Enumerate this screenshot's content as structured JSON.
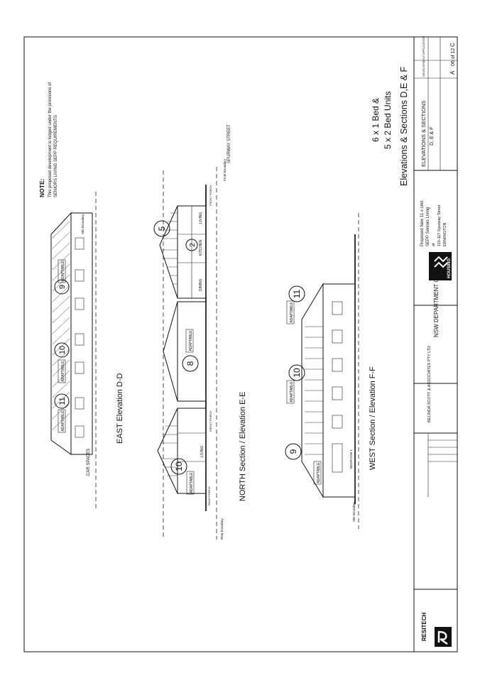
{
  "note": {
    "heading": "NOTE:",
    "line1": "This proposed development is lodged under the provisions of",
    "line2": "SENIORS LIVING SEPP REQUIREMENTS"
  },
  "summary": {
    "line1": "6 x 1 Bed &",
    "line2": "5 x 2 Bed Units",
    "line3": "Elevations & Sections D,E & F"
  },
  "elevations": {
    "east": {
      "title": "EAST Elevation D-D",
      "units": [
        {
          "num": "11",
          "tag": "ADAPTABLE"
        },
        {
          "num": "10",
          "tag": "ADAPTABLE"
        },
        {
          "num": "9",
          "tag": "ADAPTABLE"
        }
      ],
      "labels": {
        "car": "CAR SPACES",
        "boundary": "Site Boundary"
      }
    },
    "north": {
      "title": "NORTH Section / Elevation E-E",
      "units": [
        {
          "num": "10",
          "tag": "ADAPTABLE"
        },
        {
          "num": "8",
          "tag": "ADAPTABLE"
        },
        {
          "num": "5",
          "tag": ""
        },
        {
          "num": "2",
          "tag": ""
        }
      ],
      "labels": {
        "street": "SPURWAY STREET",
        "living": "LIVING",
        "dining": "DINING",
        "kitchen": "KITCHEN",
        "porch": "FRONT PORCH",
        "rear_porch": "REAR PORCH",
        "boundary": "Rear boundary",
        "street_boundary": "Front Boundary"
      }
    },
    "west": {
      "title": "WEST Section / Elevation F-F",
      "units": [
        {
          "num": "9",
          "tag": "ADAPTABLE"
        },
        {
          "num": "10",
          "tag": "ADAPTABLE"
        },
        {
          "num": "11",
          "tag": "ADAPTABLE"
        }
      ],
      "labels": {
        "bedroom": "BEDROOM 1",
        "boundary": "Site Boundary"
      }
    }
  },
  "title_block": {
    "firm": "RESITECH",
    "client_line1": "NSW DEPARTMENT OF",
    "client_logo": "HOUSING",
    "consultant": "BELINDA SCOTT & ASSOCIATES PTY LTD",
    "project_line1": "Proposed New 11 x Unit",
    "project_line2": "SEPP Seniors Living",
    "project_line3": "at",
    "project_line4": "115-117 Spurway Street",
    "project_line5": "ERMINGTON",
    "drawing_title_line1": "ELEVATIONS & SECTIONS",
    "drawing_title_line2": "D, E & F",
    "status": "DEVELOPMENT APPLICATION",
    "size": "A",
    "sheet": "06 of 12",
    "rev": "C"
  },
  "colors": {
    "ink": "#111111",
    "paper": "#ffffff"
  }
}
